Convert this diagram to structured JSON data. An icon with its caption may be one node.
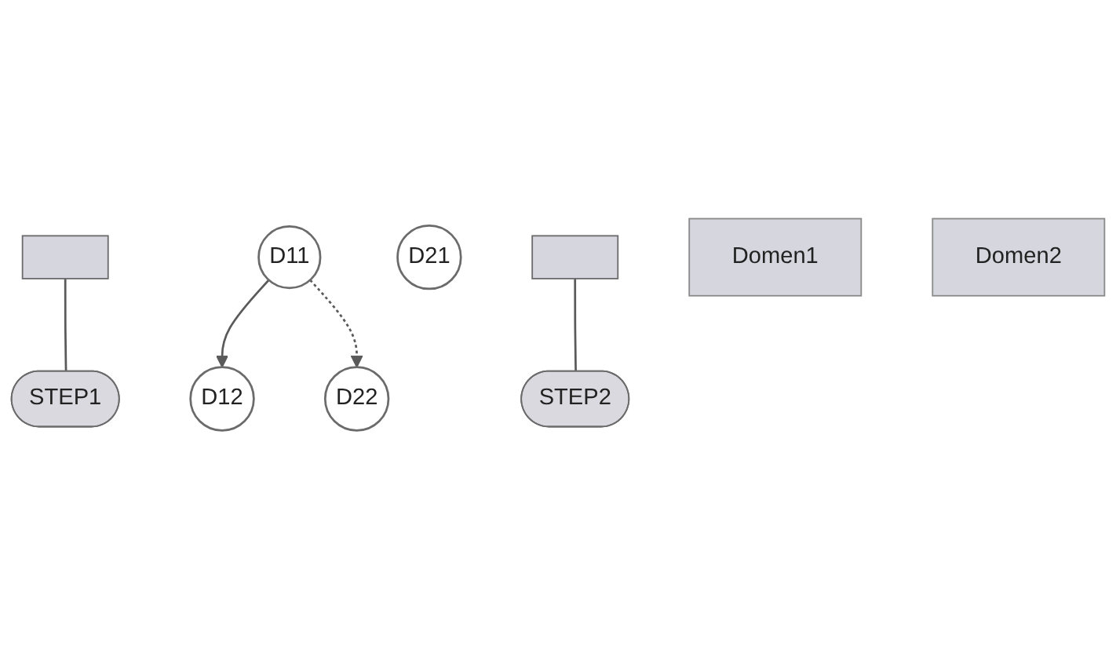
{
  "diagram": {
    "nodes": [
      {
        "text": [],
        "shape": "box"
      },
      {
        "text": [
          "D11"
        ]
      },
      {
        "text": [
          "D21"
        ]
      },
      {
        "text": [
          "STEP1"
        ]
      },
      {
        "text": [],
        "shape": "box"
      },
      {
        "text": [
          "D12"
        ]
      },
      {
        "text": [
          "D22"
        ]
      },
      {
        "text": [
          "STEP2"
        ]
      },
      {
        "text": [
          "Domen1"
        ]
      },
      {
        "text": [
          "Domen2"
        ]
      }
    ],
    "edges": [
      {
        "from": 1,
        "to": 5,
        "arrow": "to"
      },
      {
        "from": 1,
        "to": 6,
        "arrow": "to",
        "style": "dashed"
      },
      {
        "from": 0,
        "to": 3,
        "arrow": "none"
      },
      {
        "from": 4,
        "to": 7,
        "arrow": "none"
      }
    ]
  }
}
